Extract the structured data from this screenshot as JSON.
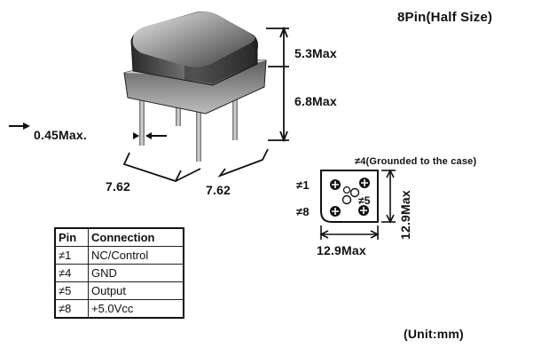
{
  "package_title": "8Pin(Half Size)",
  "unit_note": "(Unit:mm)",
  "dimensions": {
    "body_height": "5.3Max",
    "standoff_height": "6.8Max",
    "pin_diameter": "0.45Max.",
    "pin_pitch_left": "7.62",
    "pin_pitch_right": "7.62",
    "outline_width": "12.9Max",
    "outline_height": "12.9Max"
  },
  "pin_labels": {
    "pin4_note": "≠4(Grounded to the case)",
    "pin1": "≠1",
    "pin5": "≠5",
    "pin8": "≠8"
  },
  "pin_table": {
    "headers": [
      "Pin",
      "Connection"
    ],
    "rows": [
      {
        "pin": "≠1",
        "connection": "NC/Control"
      },
      {
        "pin": "≠4",
        "connection": "GND"
      },
      {
        "pin": "≠5",
        "connection": "Output"
      },
      {
        "pin": "≠8",
        "connection": "+5.0Vcc"
      }
    ]
  }
}
